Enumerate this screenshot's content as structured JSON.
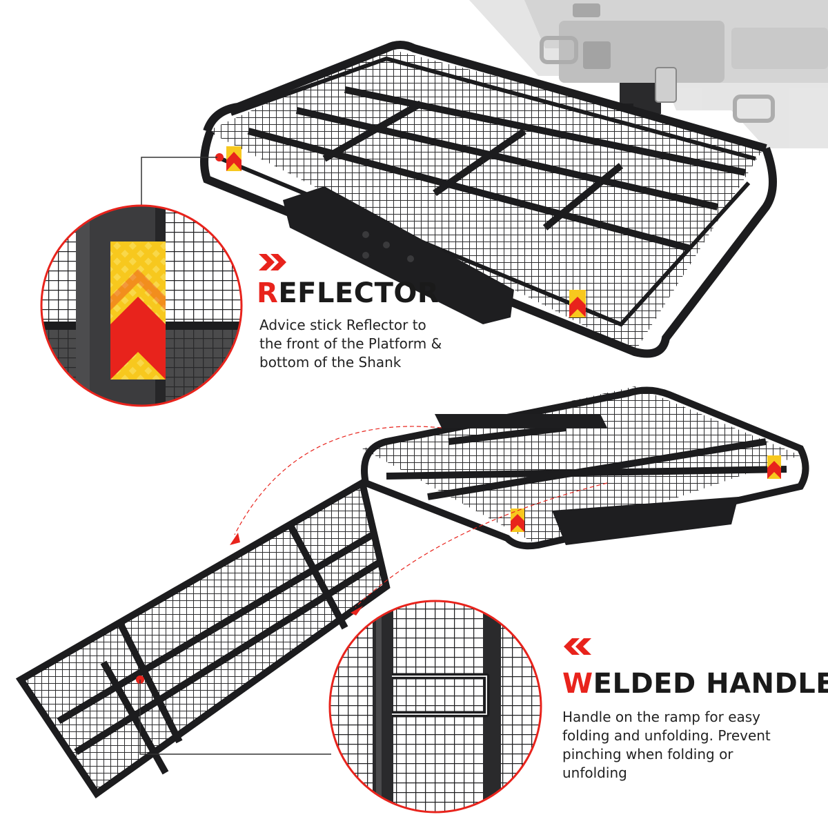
{
  "colors": {
    "accent": "#e8231c",
    "frame": "#1c1c1e",
    "reflector_yellow": "#f7c81e",
    "reflector_red": "#e8231c"
  },
  "features": [
    {
      "id": "reflector",
      "icon": "double-chevron-right-icon",
      "title_initial": "R",
      "title_rest": "EFLECTOR",
      "description": "Advice stick  Reflector to the front of the Platform & bottom of the Shank"
    },
    {
      "id": "welded-handle",
      "icon": "double-chevron-left-icon",
      "title_initial": "W",
      "title_rest": "ELDED HANDLE",
      "description": "Handle on the ramp for easy folding and unfolding. Prevent pinching when folding or unfolding"
    }
  ],
  "images": {
    "top_product": "hitch cargo carrier platform attached to vehicle hitch, with reflector stickers",
    "reflector_zoom": "close-up of reflector sticker on frame post",
    "bottom_product": "cargo carrier with unfolded mesh ramp",
    "handle_zoom": "close-up of welded handle on ramp mesh"
  }
}
